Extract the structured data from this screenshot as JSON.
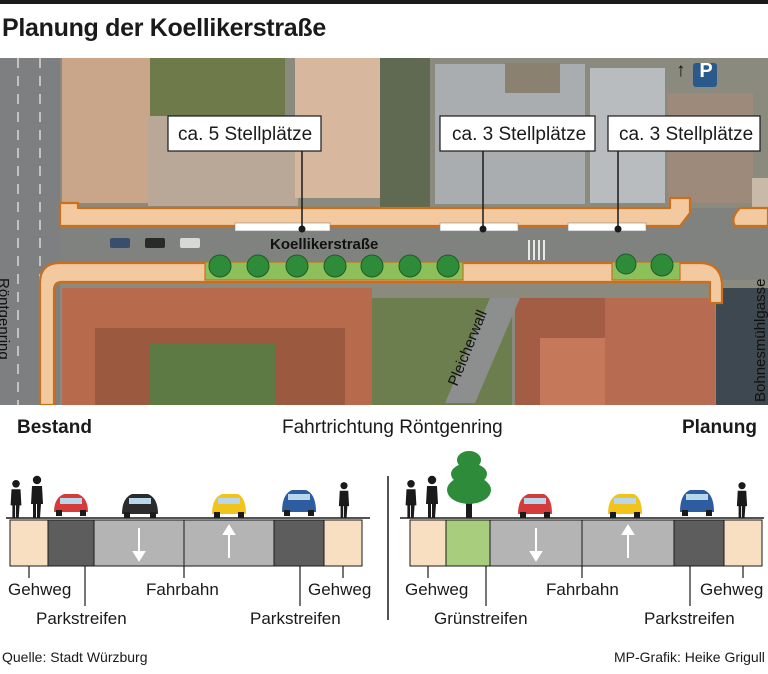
{
  "title": "Planung der Koellikerstraße",
  "map": {
    "street_name": "Koellikerstraße",
    "parking_labels": [
      "ca. 5 Stellplätze",
      "ca. 3 Stellplätze",
      "ca. 3 Stellplätze"
    ],
    "side_streets": [
      "Röntgenring",
      "Pleicherwall",
      "Bohnesmühlgasse"
    ],
    "parking_sign": "P",
    "parking_arrow": "↑"
  },
  "sections": {
    "heading_left": "Bestand",
    "heading_center": "Fahrtrichtung Röntgenring",
    "heading_right": "Planung",
    "left_labels": {
      "gehweg_left": "Gehweg",
      "parkstreifen_left": "Parkstreifen",
      "fahrbahn": "Fahrbahn",
      "parkstreifen_right": "Parkstreifen",
      "gehweg_right": "Gehweg"
    },
    "right_labels": {
      "gehweg_left": "Gehweg",
      "gruenstreifen": "Grünstreifen",
      "fahrbahn": "Fahrbahn",
      "parkstreifen_right": "Parkstreifen",
      "gehweg_right": "Gehweg"
    }
  },
  "colors": {
    "road_band": "#f3c9a0",
    "road_outline": "#c8701e",
    "gehweg": "#f8dfc1",
    "parkstreifen": "#5d5d5d",
    "fahrbahn": "#b4b4b4",
    "gruenstreifen": "#a8cd7c",
    "tree": "#2e8b3a",
    "parking_sign": "#2a5a8c"
  },
  "footer": {
    "source": "Quelle: Stadt Würzburg",
    "credit": "MP-Grafik: Heike Grigull"
  }
}
